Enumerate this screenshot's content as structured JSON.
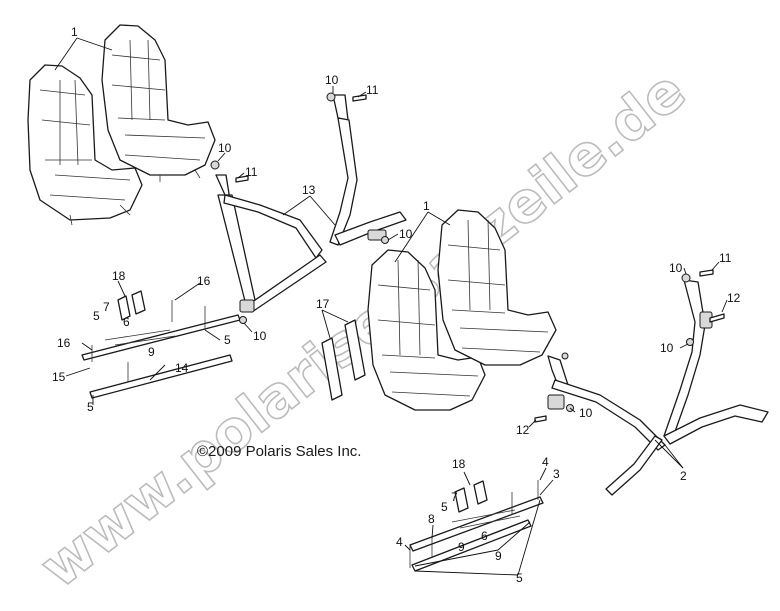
{
  "copyright": "©2009 Polaris Sales Inc.",
  "watermark": "www.polarisersatzeile.de",
  "callouts": {
    "c1a": "1",
    "c1b": "1",
    "c2": "2",
    "c3": "3",
    "c4a": "4",
    "c4b": "4",
    "c5a": "5",
    "c5b": "5",
    "c5c": "5",
    "c5d": "5",
    "c5e": "5",
    "c6a": "6",
    "c6b": "6",
    "c7a": "7",
    "c7b": "7",
    "c8": "8",
    "c9a": "9",
    "c9b": "9",
    "c9c": "9",
    "c10a": "10",
    "c10b": "10",
    "c10c": "10",
    "c10d": "10",
    "c10e": "10",
    "c10f": "10",
    "c10g": "10",
    "c11a": "11",
    "c11b": "11",
    "c11c": "11",
    "c12a": "12",
    "c12b": "12",
    "c13": "13",
    "c14": "14",
    "c15": "15",
    "c16a": "16",
    "c16b": "16",
    "c17": "17",
    "c18a": "18",
    "c18b": "18"
  }
}
